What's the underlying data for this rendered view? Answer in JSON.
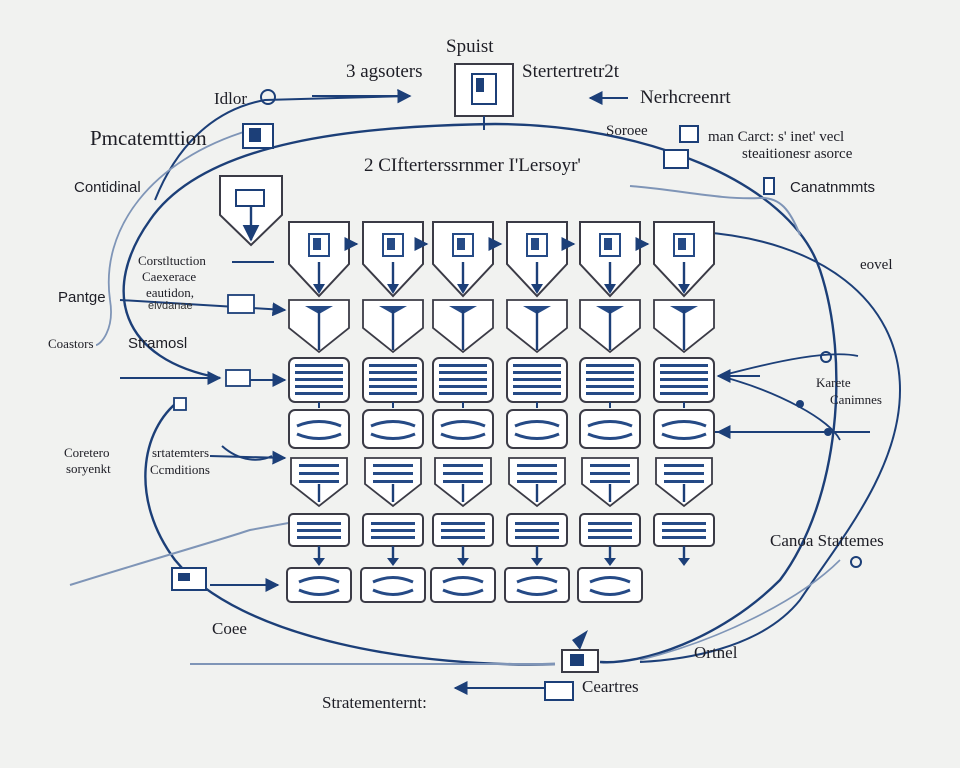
{
  "labels": {
    "top_title": "Spuist",
    "top_left_heading": "3 agsoters",
    "top_right_heading": "Stertertretr2t",
    "icon_tag": "Idlor",
    "right_top_heading": "Nerhcreenrt",
    "procurement": "Pmcatemttion",
    "source": "Soroee",
    "right_note_line1": "man Carct: s' inet' vecl",
    "right_note_line2": "steaitionesr asorce",
    "center_heading": "2 CIfterterssrnmer I'Lersoyr'",
    "left_conditional": "Contidinal",
    "right_canaments": "Canatnmmts",
    "left_caption_line1": "Corstltuction",
    "left_caption_line2": "Caexerace",
    "left_caption_line3": "eautidon,",
    "left_caption_line4": "elvdanae",
    "right_level": "eovel",
    "left_pantge": "Pantge",
    "left_coastors": "Coastors",
    "left_stamosi": "Stramosl",
    "right_xarete": "Karete",
    "right_canimnes": "Canimnes",
    "left_coretero": "Coretero",
    "left_soryenkt": "soryenkt",
    "left_sraiemters": "srtatemters",
    "left_ccndions": "Ccmditions",
    "right_canoa": "Canoa Stattemes",
    "bottom_coee": "Coee",
    "bottom_ortnel": "Ortnel",
    "bottom_statement": "Stratementernt:",
    "bottom_ceartres": "Ceartres"
  },
  "grid": {
    "columns": 6,
    "rows": [
      "doc-shield",
      "arrow-shield",
      "text-block",
      "wave-card",
      "text-shield",
      "text-card",
      "wave-card-small"
    ]
  },
  "colors": {
    "line": "#1c3f78",
    "line_light": "#7f95b7",
    "card_border": "#3b3b46",
    "card_fill": "#ffffff",
    "accent": "#254a86",
    "background": "#f1f2f0"
  }
}
